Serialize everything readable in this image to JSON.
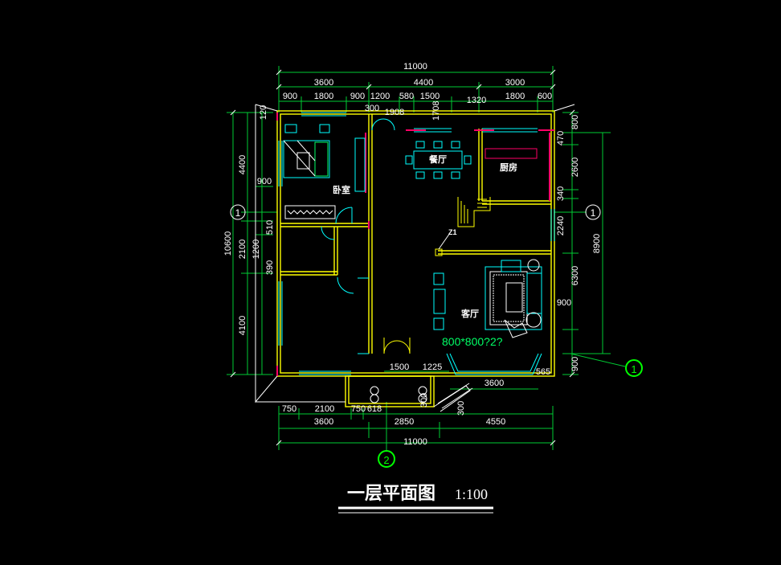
{
  "drawing": {
    "title": "一层平面图",
    "scale": "1:100"
  },
  "rooms": {
    "dining": "餐厅",
    "kitchen": "厨房",
    "bedroom": "卧室",
    "living": "客厅"
  },
  "labels": {
    "stair_tag": "Z1",
    "floor_tile": "800*800?2?"
  },
  "axes": {
    "axis_1": "1",
    "axis_2": "2"
  },
  "dimensions": {
    "top_total": "11000",
    "top_row1": [
      "3600",
      "4400",
      "3000"
    ],
    "top_row2": [
      "900",
      "1800",
      "900",
      "1200",
      "580",
      "1500",
      "1800",
      "600"
    ],
    "top_row3": [
      "300",
      "1908",
      "1708",
      "1320"
    ],
    "left_total": "10600",
    "left_row1": [
      "4400",
      "2100",
      "4100"
    ],
    "left_row2": [
      "120",
      "900",
      "510",
      "1200",
      "390"
    ],
    "right_total": "8900",
    "right_row1": [
      "800",
      "470",
      "2600",
      "340",
      "2240",
      "6300",
      "900",
      "900"
    ],
    "bottom_inner": [
      "1500",
      "1225",
      "565",
      "3600",
      "300",
      "300"
    ],
    "bottom_row1": [
      "750",
      "2100",
      "750",
      "618"
    ],
    "bottom_row2": [
      "3600",
      "2850",
      "4550"
    ],
    "bottom_total": "11000"
  },
  "colors": {
    "background": "#000000",
    "wall": "#ffff00",
    "window": "#00ffff",
    "dimension_line": "#00ff00",
    "text": "#ffffff",
    "accent": "#ff0066"
  }
}
